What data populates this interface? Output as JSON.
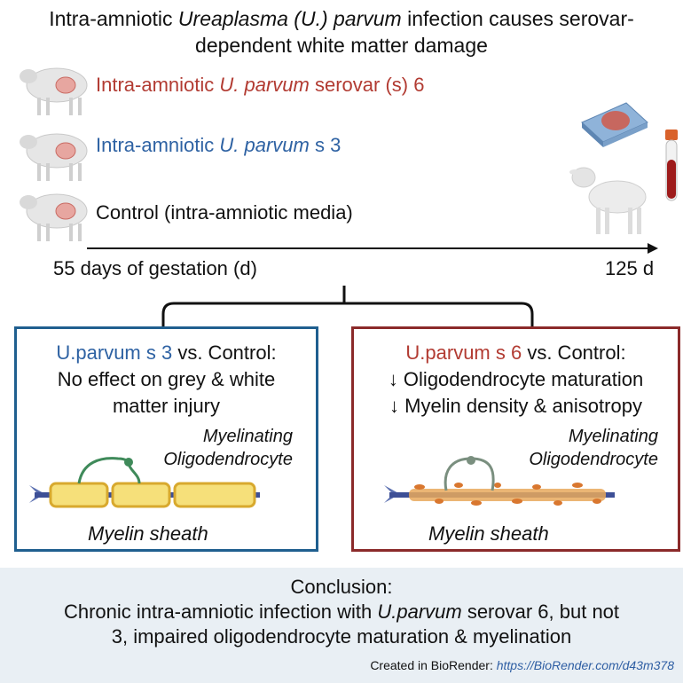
{
  "title": {
    "line1_prefix": "Intra-amniotic ",
    "line1_italic": "Ureaplasma (U.) parvum",
    "line1_suffix": " infection causes serovar-",
    "line2": "dependent white matter damage"
  },
  "groups": [
    {
      "prefix": "Intra-amniotic ",
      "italic": "U. parvum",
      "suffix": " serovar (s) 6",
      "color": "#b23b32"
    },
    {
      "prefix": "Intra-amniotic ",
      "italic": "U. parvum",
      "suffix": " s 3",
      "color": "#2e62a3"
    },
    {
      "prefix": "Control (intra-amniotic media)",
      "italic": "",
      "suffix": "",
      "color": "#111111"
    }
  ],
  "timeline": {
    "start_label": "55 days of gestation (d)",
    "end_label": "125 d"
  },
  "left_box": {
    "heading_colored": "U.parvum s 3",
    "heading_rest": " vs. Control:",
    "line2": "No effect on grey & white",
    "line3": "matter injury",
    "cell_label_1": "Myelinating",
    "cell_label_2": "Oligodendrocyte",
    "sheath_label": "Myelin sheath",
    "color": "#1f5f8f"
  },
  "right_box": {
    "heading_colored": "U.parvum s 6",
    "heading_rest": " vs. Control:",
    "line2": "↓ Oligodendrocyte maturation",
    "line3": "↓ Myelin density & anisotropy",
    "cell_label_1": "Myelinating",
    "cell_label_2": "Oligodendrocyte",
    "sheath_label": "Myelin sheath",
    "color": "#8b2a2a"
  },
  "conclusion": {
    "heading": "Conclusion:",
    "line1_prefix": "Chronic intra-amniotic infection with ",
    "line1_italic": "U.parvum",
    "line1_suffix": " serovar 6, but not",
    "line2": "3, impaired oligodendrocyte maturation & myelination"
  },
  "credit": {
    "prefix": "Created in BioRender: ",
    "link": "https://BioRender.com/d43m378"
  }
}
